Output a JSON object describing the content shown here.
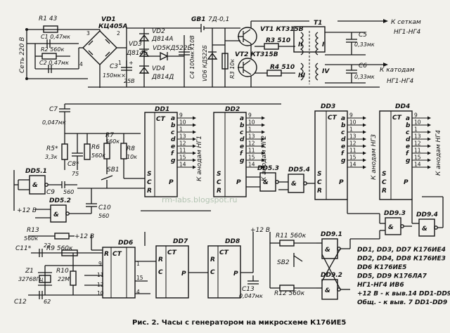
{
  "caption": "Рис. 2. Часы с генератором на микросхеме К176ИЕ5",
  "watermark": "rm-labs.blogspot.ru",
  "io": {
    "mains": "Сеть 220 В",
    "to_grids": "К сеткам",
    "grids_range": "НГ1-НГ4",
    "to_cathodes": "К катодам",
    "cathodes_range": "НГ1-НГ4",
    "to_anodes_1": "К анодам НГ1",
    "to_anodes_2": "К анодам НГ2",
    "to_anodes_3": "К анодам НГ3",
    "to_anodes_4": "К анодам НГ4",
    "plus12_a": "+12 В",
    "plus12_b": "+12 В",
    "plus12_c": "+12 В"
  },
  "components": {
    "R1": "R1  43",
    "C1": "C1  0,47мк",
    "R2": "R2  560к",
    "C2": "C2  0,47мк",
    "VD1": "VD1",
    "VD1_type": "КЦ405А",
    "C3": "C3",
    "C3_val": "150мк×",
    "C3_v": "25В",
    "VD2": "VD2",
    "VD2_type": "Д814А",
    "VD3": "VD3",
    "VD3_type": "Д814Б",
    "VD5": "VD5",
    "VD5_type": "КД522Б",
    "VD4": "VD4",
    "VD4_type": "Д814Д",
    "GB1": "GB1",
    "GB1_val": "7Д-0,1",
    "C4": "C4 100мк×10В",
    "R3": "R3 10к",
    "VD6": "VD6 КД522Б",
    "VT1": "VT1 КТ315В",
    "R3b": "R3  510",
    "VT2": "VT2 КТ315В",
    "R4": "R4  510",
    "T1": "T1",
    "T_II": "II",
    "T_I": "I",
    "T_III": "III",
    "T_IV": "IV",
    "C5": "C5",
    "C5_val": "0,33мк",
    "C6": "C6",
    "C6_val": "0,33мк",
    "C7": "C7",
    "C7_val": "0,047мк",
    "R5": "R5*",
    "R5_val": "3,3к",
    "C8": "C8*",
    "C8_val": "75",
    "R6": "R6",
    "R6_val": "560к",
    "R7": "R7",
    "R7_val": "560к",
    "R8": "R8",
    "R8_val": "10к",
    "SB1": "SB1",
    "C9": "C9",
    "C9_val": "560",
    "C10": "C10",
    "C10_val": "560",
    "R13": "R13",
    "R13_val": "560к",
    "C11": "C11*",
    "C11_val": "22",
    "R9": "R9  560к",
    "Z1": "Z1",
    "Z1_val": "32768Гц",
    "R10": "R10",
    "R10_val": "22М",
    "C12": "C12",
    "C12_val": "62",
    "R11": "R11  560к",
    "SB2": "SB2",
    "C13": "C13",
    "C13_val": "0,047мк",
    "R12": "R12  560к",
    "DD1": "DD1",
    "DD2": "DD2",
    "DD3": "DD3",
    "DD4": "DD4",
    "DD5_1": "DD5.1",
    "DD5_2": "DD5.2",
    "DD5_3": "DD5.3",
    "DD5_4": "DD5.4",
    "DD6": "DD6",
    "DD7": "DD7",
    "DD8": "DD8",
    "DD9_1": "DD9.1",
    "DD9_2": "DD9.2",
    "DD9_3": "DD9.3",
    "DD9_4": "DD9.4",
    "CT": "CT"
  },
  "legend": [
    "DD1, DD3, DD7  К176ИЕ4",
    "DD2, DD4, DD8  К176ИЕ3",
    "DD6  К176ИЕ5",
    "DD5, DD9  К176ЛА7",
    "НГ1-НГ4  ИВ6",
    "+12 В - к выв.14  DD1-DD9",
    "Общ. - к выв. 7  DD1-DD9"
  ]
}
